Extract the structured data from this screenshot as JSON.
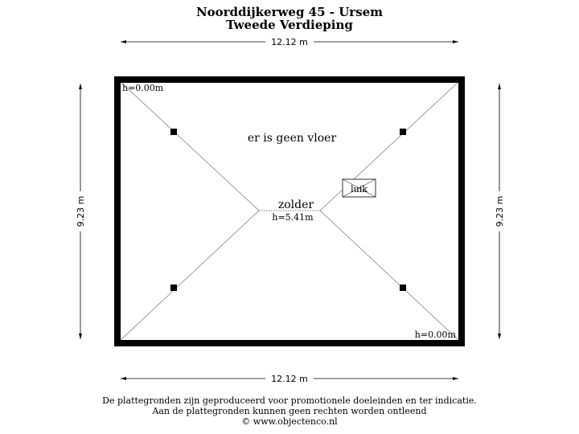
{
  "header": {
    "address": "Noorddijkerweg 45 - Ursem",
    "floor": "Tweede Verdieping"
  },
  "dimensions": {
    "top": "12.12 m",
    "bottom": "12.12 m",
    "left": "9.23 m",
    "right": "9.23 m"
  },
  "room": {
    "name": "zolder",
    "ridge_height": "h=5.41m",
    "eave_height_topleft": "h=0.00m",
    "eave_height_bottomright": "h=0.00m",
    "note": "er is geen vloer",
    "hatch_label": "luik"
  },
  "footer": {
    "line1": "De plattegronden zijn geproduceerd voor promotionele doeleinden en ter indicatie.",
    "line2": "Aan de plattegronden kunnen geen rechten worden ontleend",
    "line3": "© www.objectenco.nl"
  }
}
